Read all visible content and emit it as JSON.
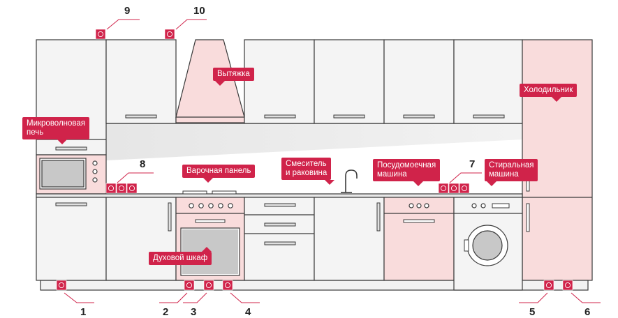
{
  "colors": {
    "accent": "#d0234a",
    "cabinet_fill": "#f4f4f4",
    "pink_fill": "#f9dcdc",
    "outline": "#3a3a3a",
    "oven_window": "#c8c8c8"
  },
  "callouts": {
    "hood": "Вытяжка",
    "fridge": "Холодильник",
    "microwave_line1": "Микроволновая",
    "microwave_line2": "печь",
    "cooktop": "Варочная панель",
    "sink_line1": "Смеситель",
    "sink_line2": "и раковина",
    "dishwasher_line1": "Посудомоечная",
    "dishwasher_line2": "машина",
    "washer_line1": "Стиральная",
    "washer_line2": "машина",
    "oven": "Духовой шкаф"
  },
  "outlet_numbers": {
    "n1": "1",
    "n2": "2",
    "n3": "3",
    "n4": "4",
    "n5": "5",
    "n6": "6",
    "n7": "7",
    "n8": "8",
    "n9": "9",
    "n10": "10"
  }
}
